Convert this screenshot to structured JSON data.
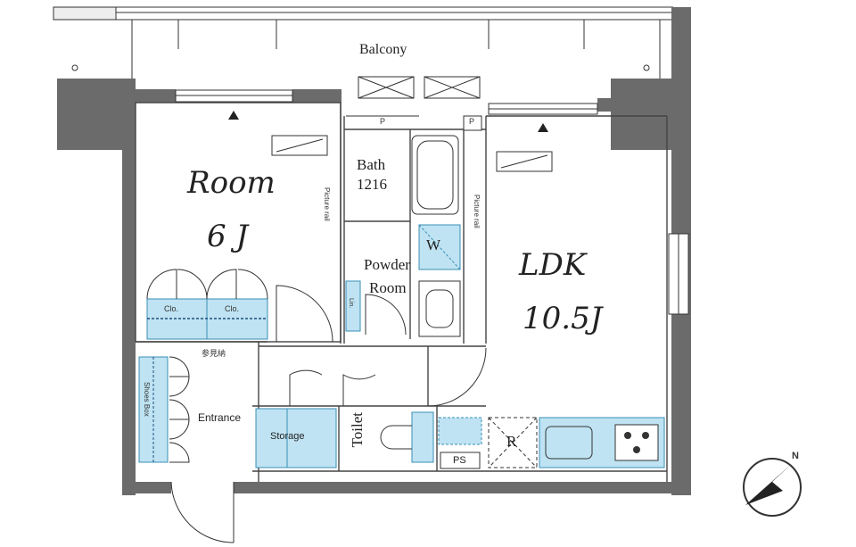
{
  "labels": {
    "balcony": "Balcony",
    "room": "Room",
    "room_size": "6 J",
    "bath": "Bath",
    "bath_size": "1216",
    "powder": "Powder",
    "powder2": "Room",
    "w": "W",
    "ldk": "LDK",
    "ldk_size": "10.5J",
    "clo1": "Clo.",
    "clo2": "Clo.",
    "entrance": "Entrance",
    "shoes_box": "Shoes Box",
    "storage": "Storage",
    "toilet": "Toilet",
    "ps": "PS",
    "r": "R",
    "p1": "P",
    "p2": "P",
    "picture_rail_room": "Picture rail",
    "picture_rail_ldk": "Picture rail",
    "kanji": "参見納",
    "lin": "Lin."
  },
  "colors": {
    "wall": "#6b6b6b",
    "line": "#333333",
    "fixture": "#bfe3f2",
    "fixture_line": "#3a8fb7"
  },
  "compass": {
    "north_label": "N",
    "icon": "compass-icon"
  }
}
